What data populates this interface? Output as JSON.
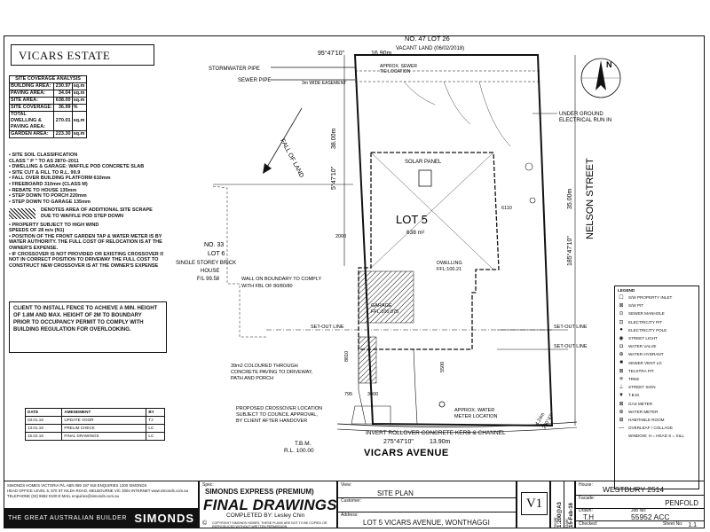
{
  "estate_name": "VICARS ESTATE",
  "site_coverage": {
    "title": "SITE COVERAGE ANALYSIS",
    "rows": [
      {
        "label": "BUILDING AREA:",
        "value": "230.97",
        "unit": "sq.m"
      },
      {
        "label": "PAVING AREA:",
        "value": "34.04",
        "unit": "sq.m"
      },
      {
        "label": "SITE AREA:",
        "value": "638.00",
        "unit": "sq.m"
      },
      {
        "label": "SITE COVERAGE:",
        "value": "36.99",
        "unit": "%"
      },
      {
        "label": "TOTAL DWELLING & PAVING AREA:",
        "value": "270.01",
        "unit": "sq.m"
      },
      {
        "label": "GARDEN AREA:",
        "value": "223.30",
        "unit": "sq.m"
      }
    ]
  },
  "notes": [
    "• SITE SOIL CLASSIFICATION",
    "CLASS \" P \" TO AS 2870–2011",
    "• DWELLING & GARAGE: WAFFLE POD CONCRETE SLAB",
    "• SITE CUT & FILL TO R.L. 99.9",
    "• FALL OVER BUILDING PLATFORM 610mm",
    "• FREEBOARD 310mm (CLASS M)",
    "• REBATE TO HOUSE 135mm",
    "• STEP DOWN TO PORCH 220mm",
    "• STEP DOWN TO GARAGE 135mm"
  ],
  "scrape_note": [
    "DENOTES AREA OF ADDITIONAL SITE SCRAPE",
    "DUE TO WAFFLE POD STEP DOWN"
  ],
  "notes2": [
    "• PROPERTY SUBJECT TO HIGH WIND",
    "SPEEDS OF 28 m/s (N1)",
    "• POSITION OF THE FRONT GARDEN TAP & WATER METER IS BY",
    "WATER AUTHORITY. THE FULL COST OF RELOCATION IS AT THE",
    "OWNER'S EXPENSE.",
    "• IF CROSSOVER IS NOT PROVIDED OR EXISTING CROSSOVER IS",
    "NOT IN CORRECT POSITION TO DRIVEWAY THE FULL COST TO",
    "CONSTRUCT NEW CROSSOVER IS AT THE OWNER'S EXPENSE"
  ],
  "client_note": [
    "CLIENT TO INSTALL FENCE TO ACHIEVE A MIN. HEIGHT",
    "OF 1.8M AND MAX. HEIGHT OF 2M TO BOUNDARY",
    "PRIOR TO OCCUPANCY PERMIT TO COMPLY WITH",
    "BUILDING REGULATION FOR OVERLOOKING."
  ],
  "amendments": {
    "headers": [
      "DATE",
      "AMENDMENT",
      "BY"
    ],
    "rows": [
      [
        "03.01.16",
        "UPDATE VOOR",
        "TJ"
      ],
      [
        "13.01.16",
        "PRELIM CHECK",
        "LC"
      ],
      [
        "15.02.16",
        "FINAL DRAWINGS",
        "LC"
      ]
    ]
  },
  "site": {
    "top_label": "NO. 47 LOT 26",
    "top_sub": "VACANT LAND (06/02/2018)",
    "bearing_top": "95°47'10\"",
    "dim_top": "16.90m",
    "stormwater": "STORMWATER PIPE",
    "sewer": "SEWER PIPE",
    "sewer_tie": [
      "APPROX. SEWER",
      "TIE LOCATION"
    ],
    "easement": "3m WIDE EASEMENT",
    "fall_of_land": "FALL OF LAND",
    "underground": [
      "UNDER GROUND",
      "ELECTRICAL RUN IN"
    ],
    "solar": "SOLAR PANEL",
    "lot": "LOT 5",
    "lot_area": "638 m²",
    "bearing_left": "5°47'10\"",
    "dim_left": "38.00m",
    "dim_right": "35.00m",
    "bearing_right": "185°47'10\"",
    "street_right": "NELSON STREET",
    "neighbour": [
      "NO. 33",
      "LOT 6",
      "SINGLE STOREY BRICK",
      "HOUSE",
      "F/L 99.58"
    ],
    "wall_note": [
      "WALL ON BOUNDARY TO COMPLY",
      "WITH FBL OF 80/80/80"
    ],
    "dwelling": [
      "DWELLING",
      "FFL:100.21"
    ],
    "garage": [
      "GARAGE",
      "FFL:100.075"
    ],
    "setout": "SET-OUT LINE",
    "paving_note": [
      "39m2 COLOURED THROUGH",
      "CONCRETE PAVING TO DRIVEWAY,",
      "PATH AND PORCH"
    ],
    "crossover_note": [
      "PROPOSED CROSSOVER LOCATION",
      "SUBJECT TO COUNCIL APPROVAL,",
      "BY CLIENT AFTER HANDOVER"
    ],
    "water_meter": [
      "APPROX. WATER",
      "METER LOCATION"
    ],
    "kerb": "INVERT ROLLOVER CONCRETE KERB & CHANNEL",
    "bearing_bottom": "275°47'10\"",
    "dim_bottom": "13.90m",
    "street_bottom": "VICARS AVENUE",
    "tbm": [
      "T.B.M.",
      "R.L. 100.00"
    ],
    "dim_2000": "2000",
    "dim_3000": "3000",
    "dim_795": "795",
    "dim_6110": "6110",
    "dim_4_24": "4.24m",
    "bearing_4_24": "230°47'",
    "dim_5500": "5500",
    "dim_8810": "8810"
  },
  "legend": {
    "title": "LEGEND",
    "items": [
      {
        "sym": "☐",
        "label": "S/W PROPERTY INLET"
      },
      {
        "sym": "⊠",
        "label": "S/W PIT"
      },
      {
        "sym": "⊙",
        "label": "SEWER MANHOLE"
      },
      {
        "sym": "⊡",
        "label": "ELECTRICITY PIT"
      },
      {
        "sym": "●",
        "label": "ELECTRICITY POLE"
      },
      {
        "sym": "◉",
        "label": "STREET LIGHT"
      },
      {
        "sym": "◘",
        "label": "WATER VALVE"
      },
      {
        "sym": "⊕",
        "label": "WATER HYDRANT"
      },
      {
        "sym": "■",
        "label": "SEWER VENT LG"
      },
      {
        "sym": "⊠",
        "label": "TELSTRA PIT"
      },
      {
        "sym": "✳",
        "label": "TREE"
      },
      {
        "sym": "⊥",
        "label": "STREET SIGN"
      },
      {
        "sym": "▼",
        "label": "T.B.M."
      },
      {
        "sym": "⊠",
        "label": "GAS METER"
      },
      {
        "sym": "⊕",
        "label": "WATER METER"
      },
      {
        "sym": "⊞",
        "label": "HABITABLE ROOM"
      },
      {
        "sym": "—",
        "label": "OVERLEAF / COLLAGE"
      },
      {
        "sym": "",
        "label": "WINDOW: H = HEAD   S = SILL"
      }
    ]
  },
  "titleblock": {
    "company_lines": [
      "SIMONDS HOMES VICTORIA P/L  ABN 089 197 918   ENQUIRIES 1300 SIMONDS",
      "HEAD OFFICE   LEVEL 5, 570 ST KILDA ROAD, MELBOURNE VIC 3004   INTERNET  www.simonds.com.au",
      "TELEPHONE (03) 9682 0100   E-MAIL  enquiries@simonds.com.au"
    ],
    "tagline": "THE GREAT AUSTRALIAN BUILDER",
    "brand": "SIMONDS",
    "spec_label": "Spec:",
    "spec_value": "SIMONDS EXPRESS (PREMIUM)",
    "stage": "FINAL DRAWINGS",
    "completed_by": "COMPLETED BY: Lesley Chin",
    "copyright": "COPYRIGHT SIMONDS HOMES. THESE PLANS ARE NOT TO BE COPIED OR REPRODUCED WITHOUT WRITTEN PERMISSION",
    "view_label": "View:",
    "view_value": "SITE PLAN",
    "customer_label": "Customer:",
    "customer_value": "",
    "address_label": "Address:",
    "address_value": "LOT 5 VICARS AVENUE, WONTHAGGI",
    "version": "V1",
    "scale_label": "Scale:",
    "scale_value": "1:200@A3",
    "date_label": "Date:",
    "date_value": "15-Feb-16",
    "house_label": "House:",
    "house_value": "WESTBURY 2514",
    "facade_label": "Facade:",
    "facade_value": "PENFOLD",
    "drawn_label": "Drawn:",
    "drawn_value": "T.H",
    "jobno_label": "Job No:",
    "jobno_value": "55952 ACC",
    "checked_label": "Checked:",
    "sheet_label": "Sheet No:",
    "sheet_value": "1.1"
  }
}
